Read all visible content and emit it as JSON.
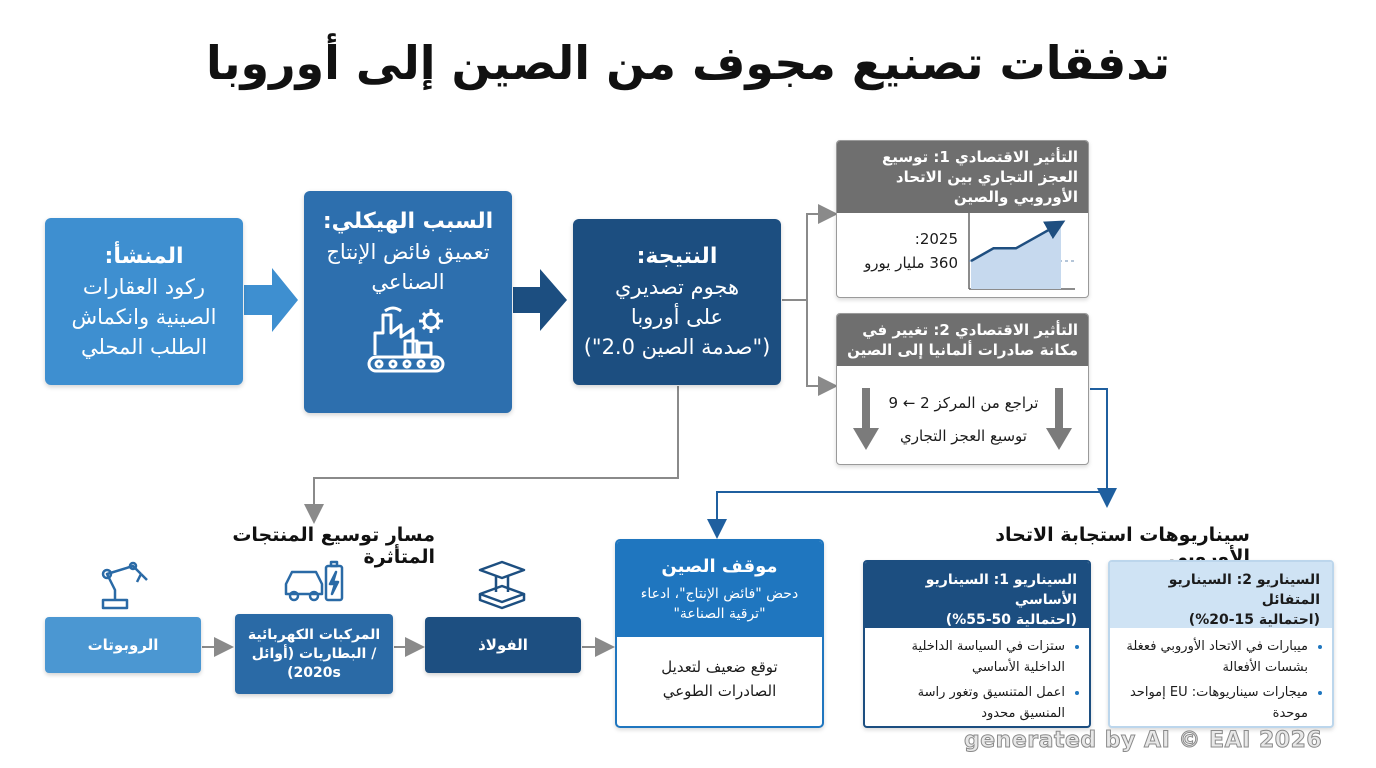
{
  "title": "تدفقات تصنيع مجوف من الصين إلى أوروبا",
  "origin": {
    "heading": "المنشأ:",
    "body": "ركود العقارات الصينية وانكماش الطلب المحلي"
  },
  "cause": {
    "heading": "السبب الهيكلي:",
    "body": "تعميق فائض الإنتاج الصناعي",
    "icon": "factory-gear-icon"
  },
  "result": {
    "heading": "النتيجة:",
    "line1": "هجوم تصديري",
    "line2": "على أوروبا",
    "line3": "(\"صدمة الصين 2.0\")"
  },
  "impact1": {
    "heading": "التأثير الاقتصادي 1: توسيع العجز التجاري بين الاتحاد الأوروبي والصين",
    "year": "2025:",
    "value": "360 مليار يورو",
    "chart_data": {
      "type": "line",
      "values": [
        1,
        2,
        2,
        3,
        4
      ],
      "trend": "increasing"
    }
  },
  "impact2": {
    "heading": "التأثير الاقتصادي 2: تغيير في مكانة صادرات ألمانيا إلى الصين",
    "line1": "تراجع من المركز 2 ← 9",
    "line2": "توسيع العجز التجاري"
  },
  "products": {
    "title": "مسار توسيع المنتجات المتأثرة",
    "robots": "الروبوتات",
    "ev": "المركبات الكهربائية / البطاريات (أوائل 2020s)",
    "steel": "الفولاذ"
  },
  "china": {
    "title": "موقف الصين",
    "subtitle": "دحض \"فائض الإنتاج\"، ادعاء \"ترقية الصناعة\"",
    "body": "توقع ضعيف لتعديل الصادرات الطوعي"
  },
  "scenarios": {
    "title": "سيناريوهات استجابة الاتحاد الأوروبي",
    "s1": {
      "heading": "السيناريو 1: السيناريو الأساسي",
      "prob": "(احتمالية 50-55%)",
      "bullets": [
        "ستزات في السياسة الداخلية الداخلية الأساسي",
        "اعمل المتنسيق وتغور راسة المنسيق محدود"
      ]
    },
    "s2": {
      "heading": "السيناريو 2: السيناريو المتفائل",
      "prob": "(احتمالية 15-20%)",
      "bullets": [
        "ميبارات في الاتحاد الأوروبي فعغلة بشسات الأفعالة",
        "ميجارات سيناريوهات: EU إمواحد موحدة"
      ]
    }
  },
  "watermark": "generated by AI © EAI 2026",
  "colors": {
    "light_blue": "#3e8fd0",
    "mid_blue": "#2d6fae",
    "dark_blue": "#1c4e80",
    "accent": "#1f76bf",
    "gray_header": "#6f6f6f"
  }
}
